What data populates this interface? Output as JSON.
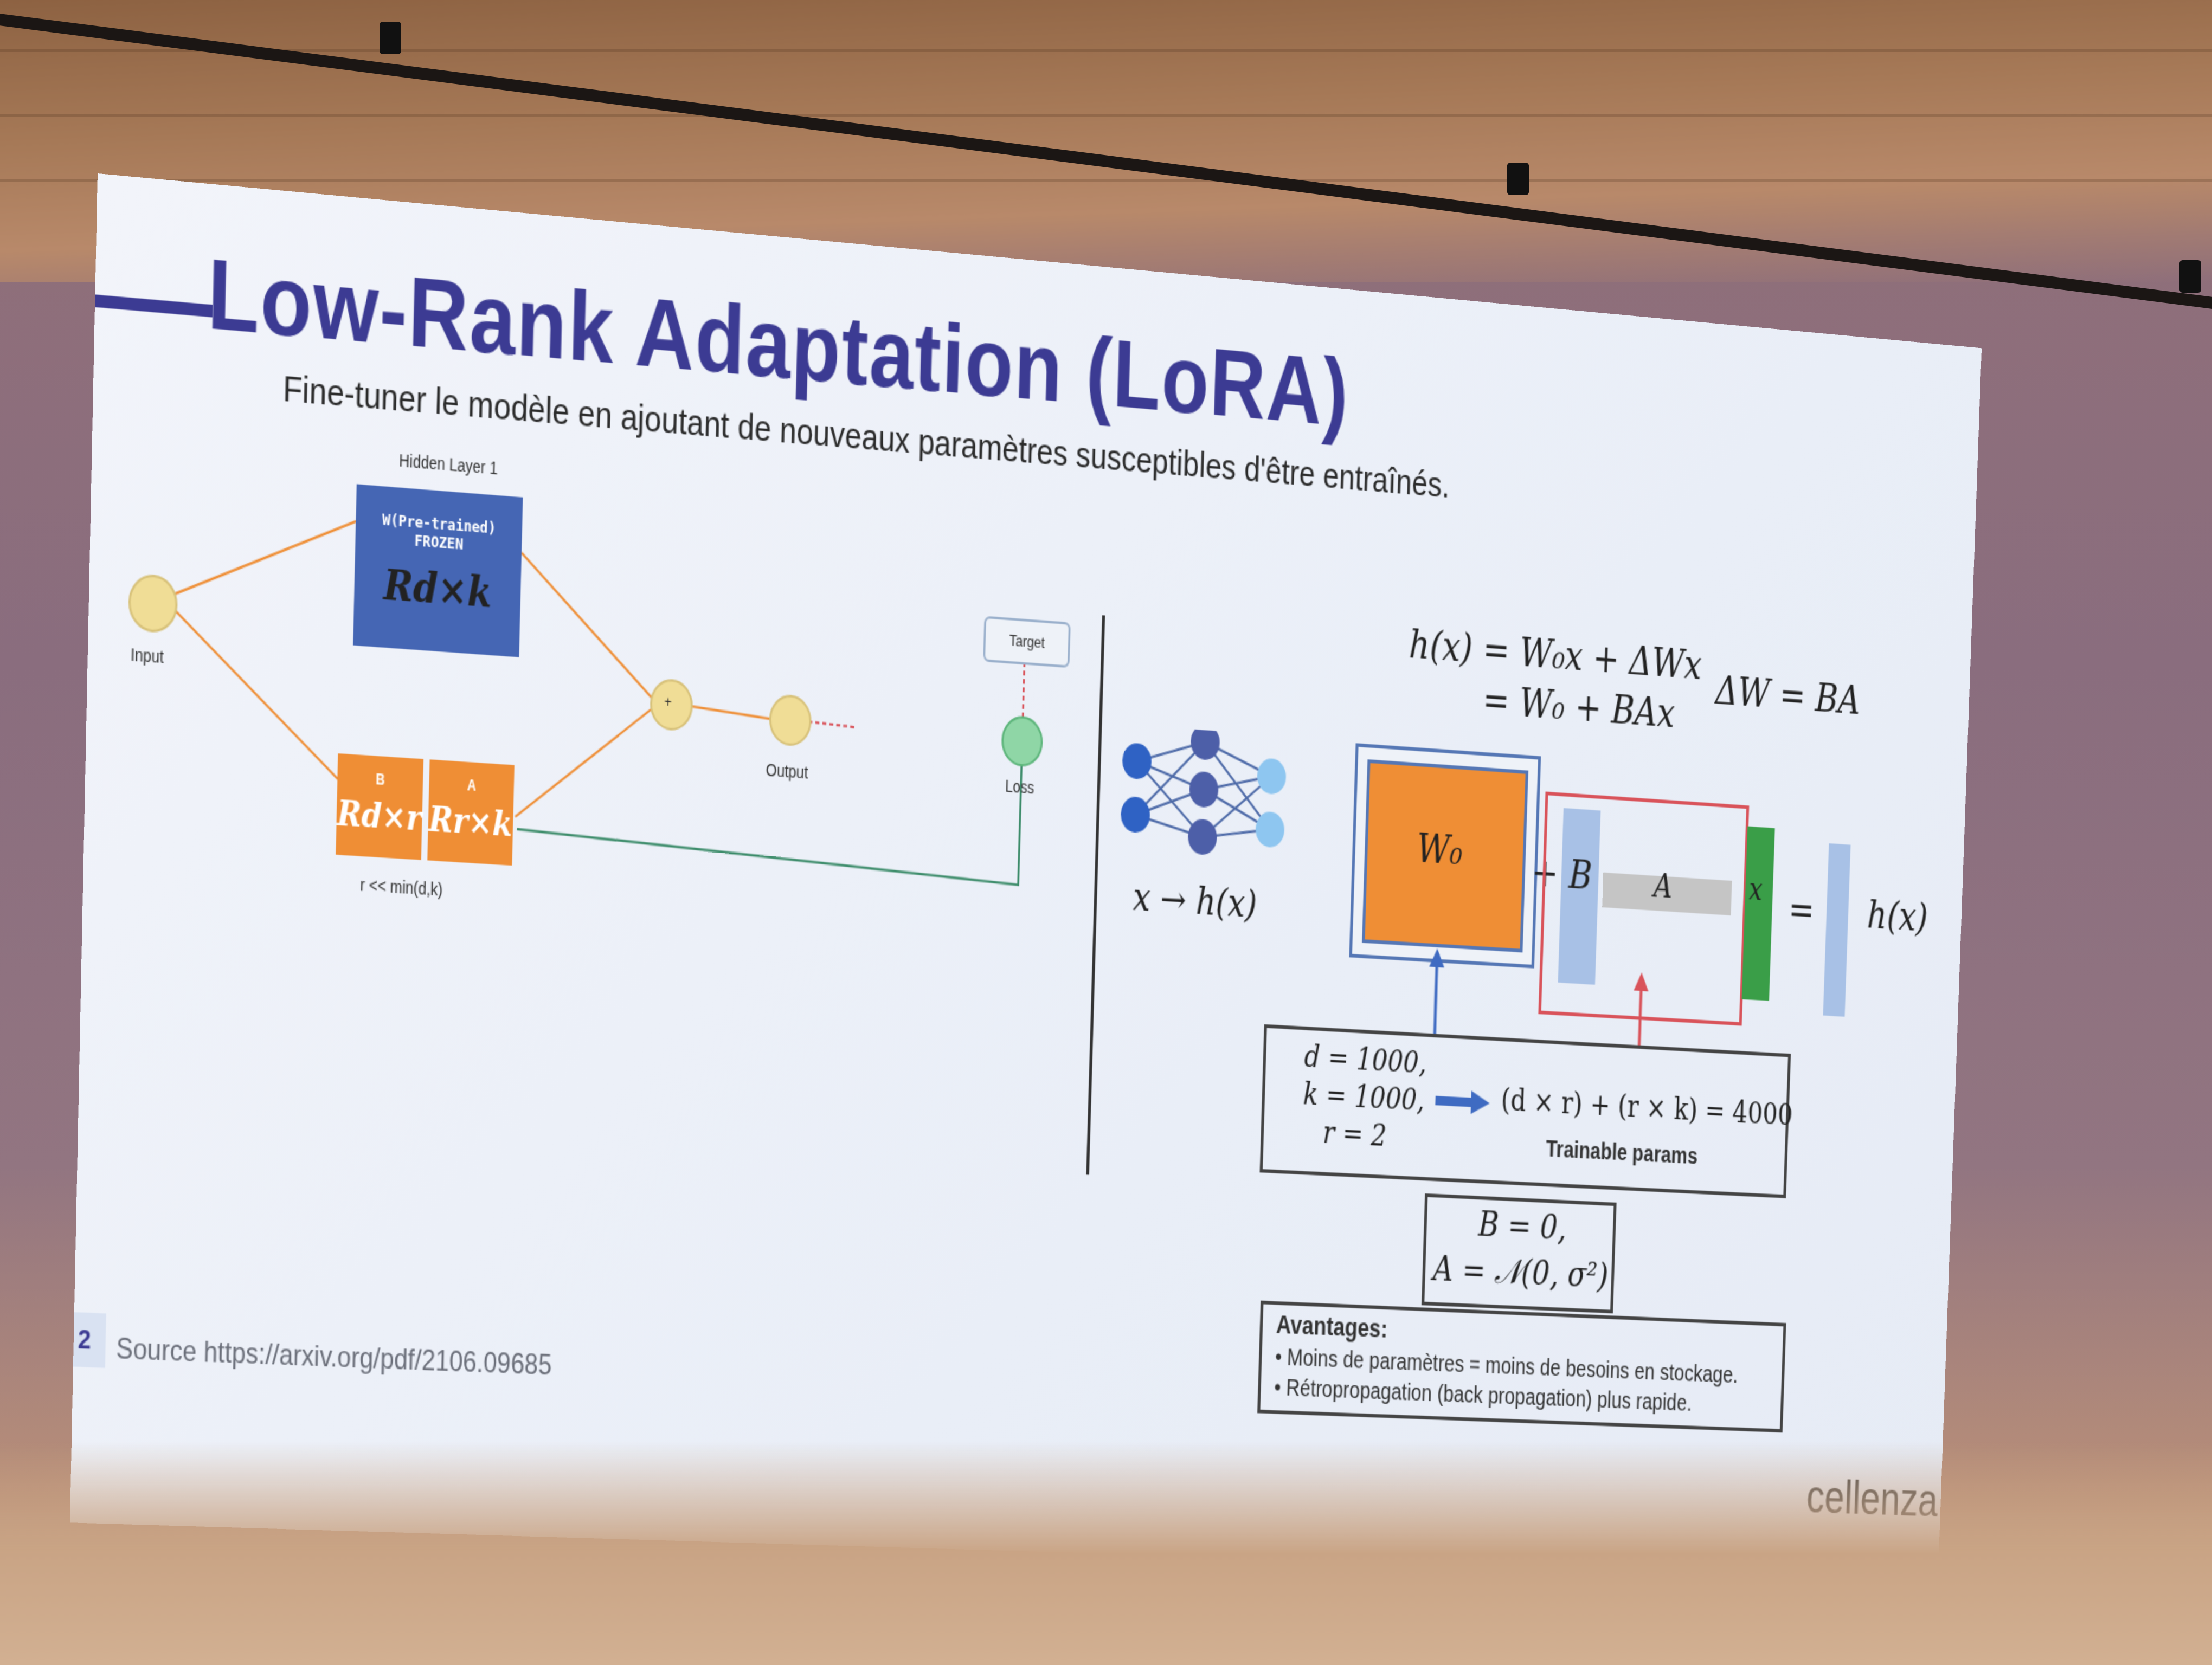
{
  "slide": {
    "title": "Low-Rank Adaptation (LoRA)",
    "subtitle": "Fine-tuner le modèle en ajoutant de nouveaux paramètres susceptibles d'être entraînés.",
    "page_number": "2",
    "source": "Source https://arxiv.org/pdf/2106.09685",
    "logo": "cellenza"
  },
  "left_diagram": {
    "hidden_layer_label": "Hidden Layer 1",
    "w_label_1": "W(Pre-trained)",
    "w_label_2": "FROZEN",
    "w_math": "Rd×k",
    "input_label": "Input",
    "b_label": "B",
    "b_math": "Rd×r",
    "a_label": "A",
    "a_math": "Rr×k",
    "plus_label": "+",
    "output_label": "Output",
    "loss_label": "Loss",
    "target_label": "Target",
    "rank_note": "r << min(d,k)"
  },
  "right_diagram": {
    "mapping": "x → h(x)",
    "eq_line1": "h(x) = W₀x + ΔWx",
    "eq_line2": "= W₀ + BAx",
    "eq_delta": "ΔW = BA",
    "w0_label": "W₀",
    "plus": "+",
    "b_label": "B",
    "a_label": "A",
    "x_label": "x",
    "equals": "=",
    "hx_label": "h(x)",
    "params": {
      "d": "d = 1000,",
      "k": "k = 1000,",
      "r": "r = 2",
      "result": "(d × r) + (r × k) = 4000",
      "caption": "Trainable params"
    },
    "init": {
      "b": "B = 0,",
      "a": "A = 𝒩(0, σ²)"
    },
    "advantages": {
      "title": "Avantages:",
      "items": [
        "Moins de paramètres = moins de besoins en stockage.",
        "Rétropropagation (back propagation) plus rapide."
      ]
    }
  },
  "colors": {
    "title": "#3c3b93",
    "orange": "#ef8e35",
    "blue_box": "#4566b4",
    "green": "#3a9e48",
    "red_frame": "#d9535a",
    "light_blue": "#a8c1e6"
  }
}
